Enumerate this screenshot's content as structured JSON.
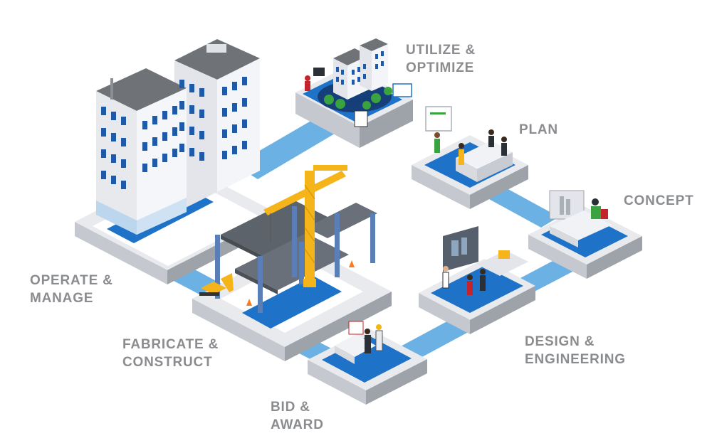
{
  "diagram": {
    "colors": {
      "path_blue": "#6cb1e3",
      "platform_blue": "#1e73c8",
      "platform_top": "#e9eaee",
      "platform_side": "#c5c8ce",
      "platform_dark": "#9ea2a9",
      "crane_yellow": "#f4b41a",
      "building_white": "#f1f2f5",
      "window_blue": "#1f5aa8",
      "label_gray": "#8a8c8f"
    },
    "stages": {
      "utilize": {
        "line1": "UTILIZE &",
        "line2": "OPTIMIZE"
      },
      "plan": {
        "line1": "PLAN"
      },
      "concept": {
        "line1": "CONCEPT"
      },
      "design": {
        "line1": "DESIGN &",
        "line2": "ENGINEERING"
      },
      "bid": {
        "line1": "BID &",
        "line2": "AWARD"
      },
      "fabricate": {
        "line1": "FABRICATE &",
        "line2": "CONSTRUCT"
      },
      "operate": {
        "line1": "OPERATE &",
        "line2": "MANAGE"
      }
    }
  }
}
